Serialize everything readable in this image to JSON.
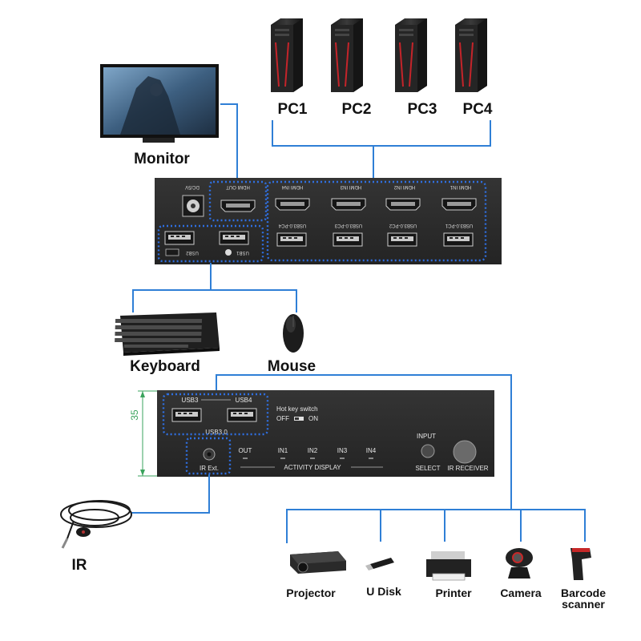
{
  "labels": {
    "monitor": "Monitor",
    "pc1": "PC1",
    "pc2": "PC2",
    "pc3": "PC3",
    "pc4": "PC4",
    "keyboard": "Keyboard",
    "mouse": "Mouse",
    "ir": "IR",
    "projector": "Projector",
    "udisk": "U Disk",
    "printer": "Printer",
    "camera": "Camera",
    "barcode_line1": "Barcode",
    "barcode_line2": "scanner"
  },
  "rear_panel": {
    "dc": "DC/5V",
    "hdmi_out": "HDMI OUT",
    "hdmi_in4": "HDMI IN4",
    "hdmi_in3": "HDMI IN3",
    "hdmi_in2": "HDMI IN2",
    "hdmi_in1": "HDMI IN1",
    "usb_pc4": "USB3.0-PC4",
    "usb_pc3": "USB3.0-PC3",
    "usb_pc2": "USB3.0-PC2",
    "usb_pc1": "USB3.0-PC1",
    "usb2": "USB2",
    "usb1": "USB1"
  },
  "front_panel": {
    "usb3": "USB3",
    "usb4": "USB4",
    "usb30": "USB3.0",
    "hotkey": "Hot key switch",
    "off": "OFF",
    "on": "ON",
    "out": "OUT",
    "in1": "IN1",
    "in2": "IN2",
    "in3": "IN3",
    "in4": "IN4",
    "activity": "ACTIVITY DISPLAY",
    "input": "INPUT",
    "select": "SELECT",
    "ir_receiver": "IR RECEIVER",
    "ir_ext": "IR Ext."
  },
  "dimension": "35",
  "colors": {
    "accent": "#2f7fd6",
    "dots": "#2f6fe0",
    "panel": "#2b2b2b",
    "dimension": "#3aa35c"
  }
}
